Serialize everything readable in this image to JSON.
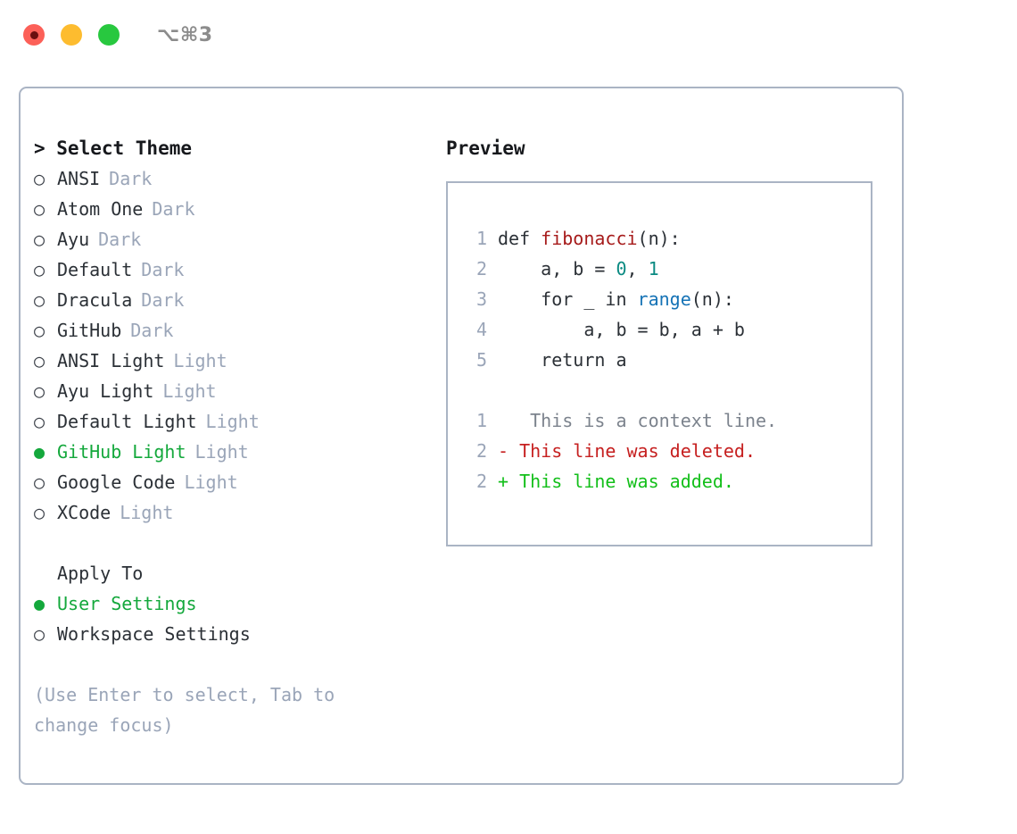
{
  "window": {
    "shortcut": "⌥⌘3",
    "traffic_lights": [
      {
        "name": "close",
        "color": "#fc6058"
      },
      {
        "name": "minimize",
        "color": "#fdbc2f"
      },
      {
        "name": "maximize",
        "color": "#28c83f"
      }
    ]
  },
  "theme_panel": {
    "title": "> Select Theme",
    "items": [
      {
        "marker": "○",
        "name": "ANSI",
        "tag": "Dark",
        "selected": false
      },
      {
        "marker": "○",
        "name": "Atom One",
        "tag": "Dark",
        "selected": false
      },
      {
        "marker": "○",
        "name": "Ayu",
        "tag": "Dark",
        "selected": false
      },
      {
        "marker": "○",
        "name": "Default",
        "tag": "Dark",
        "selected": false
      },
      {
        "marker": "○",
        "name": "Dracula",
        "tag": "Dark",
        "selected": false
      },
      {
        "marker": "○",
        "name": "GitHub",
        "tag": "Dark",
        "selected": false
      },
      {
        "marker": "○",
        "name": "ANSI Light",
        "tag": "Light",
        "selected": false
      },
      {
        "marker": "○",
        "name": "Ayu Light",
        "tag": "Light",
        "selected": false
      },
      {
        "marker": "○",
        "name": "Default Light",
        "tag": "Light",
        "selected": false
      },
      {
        "marker": "●",
        "name": "GitHub Light",
        "tag": "Light",
        "selected": true
      },
      {
        "marker": "○",
        "name": "Google Code",
        "tag": "Light",
        "selected": false
      },
      {
        "marker": "○",
        "name": "XCode",
        "tag": "Light",
        "selected": false
      }
    ]
  },
  "apply_to": {
    "heading": "Apply To",
    "options": [
      {
        "marker": "●",
        "label": "User Settings",
        "selected": true
      },
      {
        "marker": "○",
        "label": "Workspace Settings",
        "selected": false
      }
    ]
  },
  "hint": "(Use Enter to select, Tab to change focus)",
  "preview": {
    "title": "Preview",
    "code_lines": [
      {
        "number": "1",
        "tokens": [
          {
            "text": "def ",
            "kind": "plain"
          },
          {
            "text": "fibonacci",
            "kind": "fn"
          },
          {
            "text": "(n):",
            "kind": "plain"
          }
        ]
      },
      {
        "number": "2",
        "tokens": [
          {
            "text": "    a, b = ",
            "kind": "plain"
          },
          {
            "text": "0",
            "kind": "num"
          },
          {
            "text": ", ",
            "kind": "plain"
          },
          {
            "text": "1",
            "kind": "num"
          }
        ]
      },
      {
        "number": "3",
        "tokens": [
          {
            "text": "    for _ in ",
            "kind": "plain"
          },
          {
            "text": "range",
            "kind": "call"
          },
          {
            "text": "(n):",
            "kind": "plain"
          }
        ]
      },
      {
        "number": "4",
        "tokens": [
          {
            "text": "        a, b = b, a + b",
            "kind": "plain"
          }
        ]
      },
      {
        "number": "5",
        "tokens": [
          {
            "text": "    return a",
            "kind": "plain"
          }
        ]
      }
    ],
    "diff_lines": [
      {
        "number": "1",
        "sign": " ",
        "text": "  This is a context line.",
        "kind": "context"
      },
      {
        "number": "2",
        "sign": "-",
        "text": " This line was deleted.",
        "kind": "del"
      },
      {
        "number": "2",
        "sign": "+",
        "text": " This line was added.",
        "kind": "add"
      }
    ]
  },
  "colors": {
    "accent_green": "#14a83c",
    "border": "#aab4c4",
    "muted": "#9aa5b8",
    "text": "#2b3036",
    "fn_red": "#a61b1b",
    "num_teal": "#0a8a82",
    "call_blue": "#1673b6",
    "diff_del": "#c62020",
    "diff_add": "#13bf1a"
  }
}
